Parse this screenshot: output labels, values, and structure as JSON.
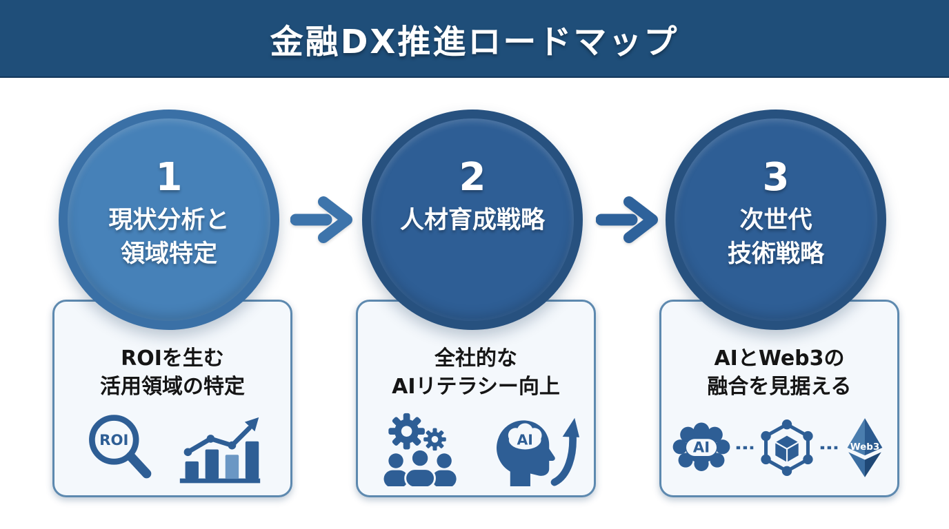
{
  "header": {
    "title": "金融DX推進ロードマップ"
  },
  "steps": [
    {
      "number": "1",
      "circle_label_lines": [
        "現状分析と",
        "領域特定"
      ],
      "box_title_lines": [
        "ROIを生む",
        "活用領域の特定"
      ],
      "icons": [
        "roi-magnifier-icon",
        "growth-bar-chart-icon"
      ],
      "icon_text": {
        "magnifier": "ROI"
      },
      "colors": {
        "circle_fill": "#4681b8",
        "circle_ring": "#3a70a6"
      }
    },
    {
      "number": "2",
      "circle_label_lines": [
        "人材育成戦略"
      ],
      "box_title_lines": [
        "全社的な",
        "AIリテラシー向上"
      ],
      "icons": [
        "gears-team-icon",
        "ai-head-growth-arrow-icon"
      ],
      "icon_text": {
        "head": "AI"
      },
      "colors": {
        "circle_fill": "#2e5e95",
        "circle_ring": "#27517f"
      }
    },
    {
      "number": "3",
      "circle_label_lines": [
        "次世代",
        "技術戦略"
      ],
      "box_title_lines": [
        "AIとWeb3の",
        "融合を見据える"
      ],
      "icons": [
        "ai-brain-icon",
        "blockchain-network-icon",
        "web3-ethereum-icon"
      ],
      "icon_text": {
        "brain": "AI",
        "diamond": "Web3"
      },
      "colors": {
        "circle_fill": "#2e5e95",
        "circle_ring": "#27517f"
      }
    }
  ],
  "arrows": [
    {
      "color": "#3d74ab"
    },
    {
      "color": "#2e629b"
    }
  ],
  "colors": {
    "header_bg": "#1f4e79",
    "page_bg": "#ffffff",
    "box_bg": "#f4f8fc",
    "box_border": "#5d89af",
    "icon_blue": "#2e5e95",
    "icon_blue_light": "#6b97c4",
    "title_text": "#ffffff",
    "circle_text": "#ffffff",
    "box_text": "#151515"
  }
}
